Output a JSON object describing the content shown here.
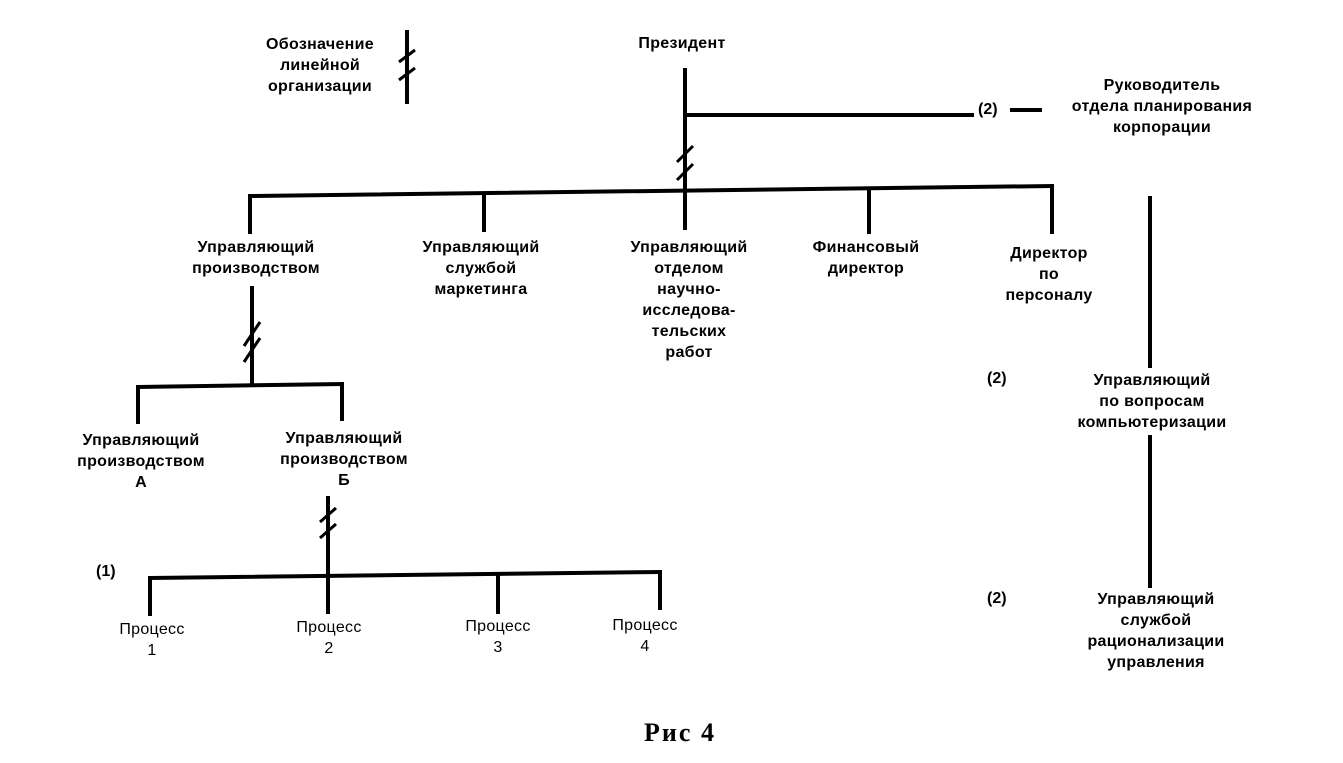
{
  "legend": {
    "label": "Обозначение\nлинейной\nорганизации",
    "symbol": "line-organization-mark-icon"
  },
  "nodes": {
    "president": "Президент",
    "planning_head": "Руководитель\nотдела планирования\nкорпорации",
    "production_manager": "Управляющий\nпроизводством",
    "marketing_manager": "Управляющий\nслужбой\nмаркетинга",
    "rnd_manager": "Управляющий\nотделом\nнаучно-\nисследова-\nтельских\nработ",
    "finance_director": "Финансовый\nдиректор",
    "hr_director": "Директор\nпо\nперсоналу",
    "computerization_manager": "Управляющий\nпо вопросам\nкомпьютеризации",
    "management_rationalization_manager": "Управляющий\nслужбой\nрационализации\nуправления",
    "production_manager_a": "Управляющий\nпроизводством\nА",
    "production_manager_b": "Управляющий\nпроизводством\nБ",
    "process_1": "Процесс\n1",
    "process_2": "Процесс\n2",
    "process_3": "Процесс\n3",
    "process_4": "Процесс\n4"
  },
  "notes": {
    "planning_marker": "(2)",
    "computerization_marker": "(2)",
    "rationalization_marker": "(2)",
    "process_marker": "(1)"
  },
  "caption": "Рис 4"
}
